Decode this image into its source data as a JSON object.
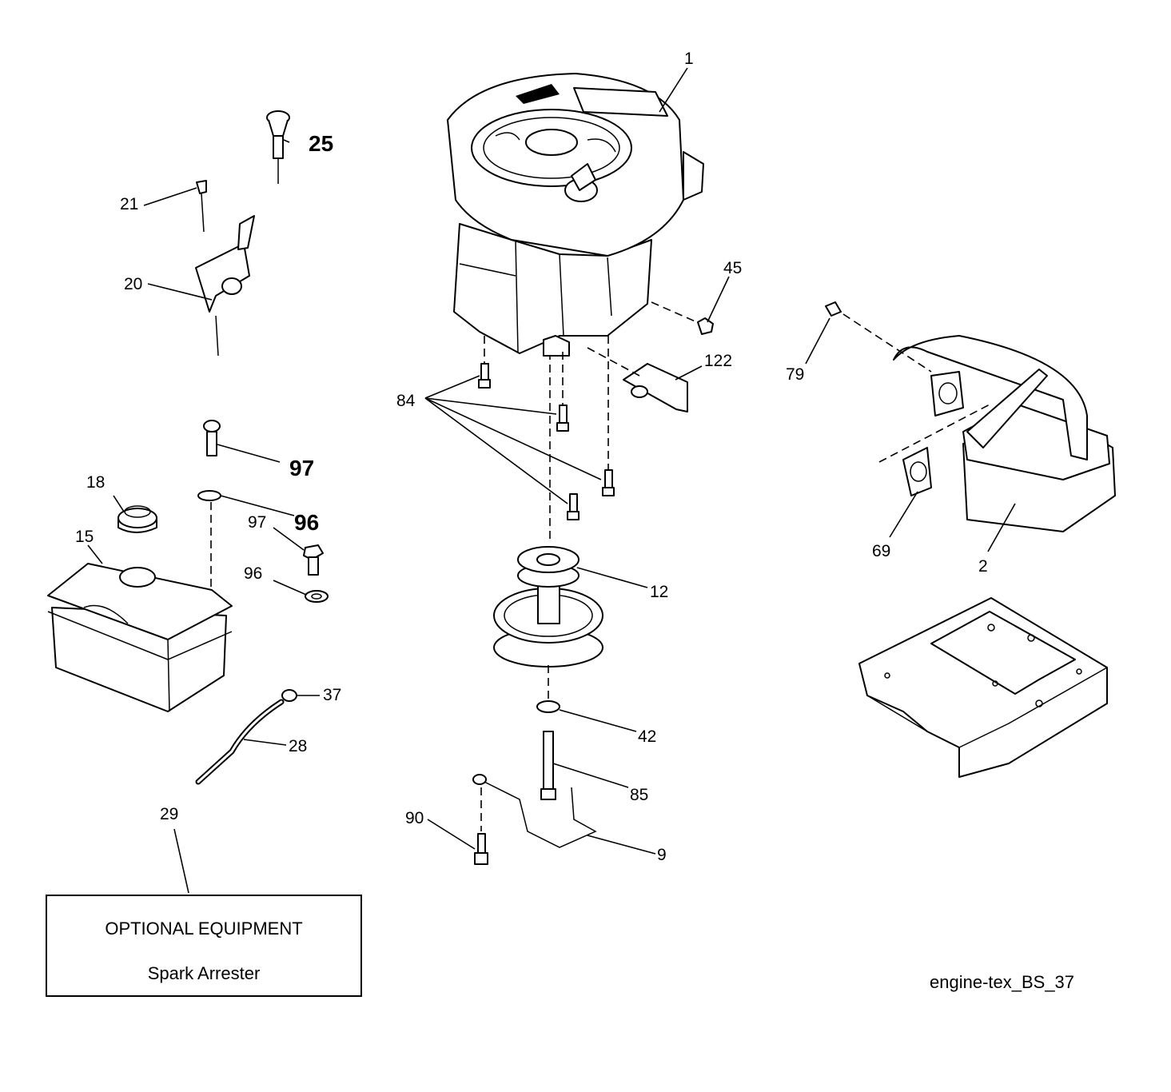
{
  "diagram": {
    "reference_code": "engine-tex_BS_37",
    "optional_box": {
      "title": "OPTIONAL EQUIPMENT",
      "subtitle": "Spark Arrester"
    },
    "callouts": [
      {
        "id": "c1",
        "text": "1"
      },
      {
        "id": "c2",
        "text": "2"
      },
      {
        "id": "c9",
        "text": "9"
      },
      {
        "id": "c12",
        "text": "12"
      },
      {
        "id": "c15",
        "text": "15"
      },
      {
        "id": "c18",
        "text": "18"
      },
      {
        "id": "c20",
        "text": "20"
      },
      {
        "id": "c21",
        "text": "21"
      },
      {
        "id": "c25",
        "text": "25"
      },
      {
        "id": "c28",
        "text": "28"
      },
      {
        "id": "c29",
        "text": "29"
      },
      {
        "id": "c37",
        "text": "37"
      },
      {
        "id": "c42",
        "text": "42"
      },
      {
        "id": "c45",
        "text": "45"
      },
      {
        "id": "c69",
        "text": "69"
      },
      {
        "id": "c79",
        "text": "79"
      },
      {
        "id": "c84",
        "text": "84"
      },
      {
        "id": "c85",
        "text": "85"
      },
      {
        "id": "c90",
        "text": "90"
      },
      {
        "id": "c96a",
        "text": "96"
      },
      {
        "id": "c96b",
        "text": "96"
      },
      {
        "id": "c97a",
        "text": "97"
      },
      {
        "id": "c97b",
        "text": "97"
      },
      {
        "id": "c97c",
        "text": "97"
      },
      {
        "id": "c122",
        "text": "122"
      }
    ]
  }
}
